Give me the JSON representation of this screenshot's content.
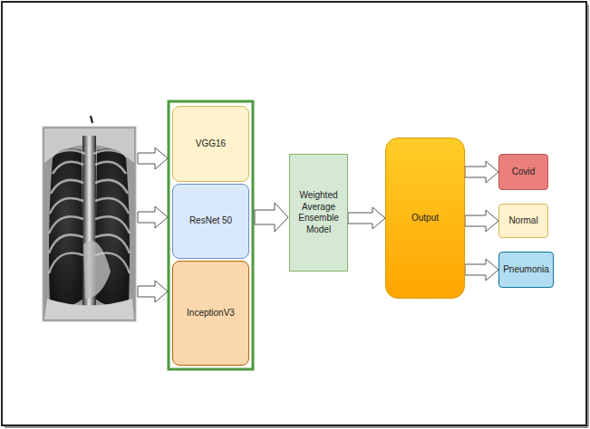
{
  "diagram": {
    "nodes": [
      {
        "text": [
          "VGG16"
        ]
      },
      {
        "text": [
          "ResNet 50"
        ]
      },
      {
        "text": [
          "InceptionV3"
        ]
      },
      {
        "text": [
          "Weighted Average Ensemble Model"
        ]
      },
      {
        "text": [
          "Output"
        ]
      },
      {
        "text": [
          "Covid"
        ]
      },
      {
        "text": [
          "Normal"
        ]
      },
      {
        "text": [
          "Pneumonia"
        ]
      }
    ],
    "edges": [
      {
        "from": 3,
        "to": 4,
        "arrow": "to"
      },
      {
        "from": 4,
        "to": 5,
        "arrow": "to"
      },
      {
        "from": 4,
        "to": 6,
        "arrow": "to"
      },
      {
        "from": 4,
        "to": 7,
        "arrow": "to"
      }
    ]
  }
}
